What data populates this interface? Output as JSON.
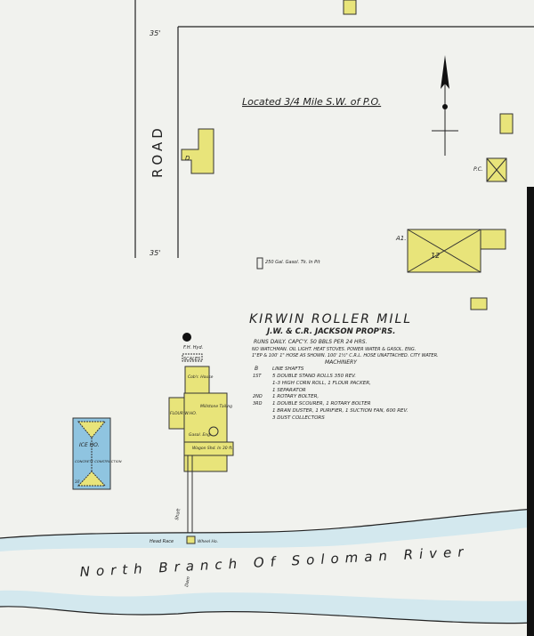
{
  "map": {
    "street_name": "ROAD",
    "width_label_top": "35'",
    "width_label_bottom": "35'",
    "location_note": "Located 3/4 Mile S.W. of P.O.",
    "river_name": "North Branch Of Soloman River",
    "head_race_label": "Head Race",
    "wheel_house_label": "Wheel Ho.",
    "dam_label": "Dam",
    "shaft_label": "Shaft",
    "gasoline_tank_label": "250 Gal. Gasol. Tk. In Pit",
    "dwelling_label": "D",
    "building_labels": {
      "a1": "A1.",
      "twelve": "12",
      "pc": "P.C."
    },
    "ice_house": {
      "name": "ICE HO.",
      "construction": "CONCRETE CONSTRUCTION",
      "height": "16'"
    },
    "mill": {
      "title": "KIRWIN ROLLER MILL",
      "proprietors": "J.W. & C.R. JACKSON PROP'RS.",
      "notes": [
        "RUNS DAILY. CAPC'Y. 50 BBLS PER 24 HRS.",
        "NO WATCHMAN. OIL LIGHT. HEAT STOVES. POWER WATER & GASOL. ENG.",
        "1\"EP & 100' 1\" HOSE AS SHOWN. 100' 1½\" C.R.L. HOSE UNATTACHED. CITY WATER."
      ],
      "machinery_heading": "MACHINERY",
      "machinery": [
        {
          "floor": "B",
          "items": [
            "LINE SHAFTS"
          ]
        },
        {
          "floor": "1ST",
          "items": [
            "5 DOUBLE STAND ROLLS 350 REV.",
            "1-3 HIGH CORN ROLL, 1 FLOUR PACKER,",
            "1 SEPARATOR"
          ]
        },
        {
          "floor": "2ND",
          "items": [
            "1 ROTARY BOLTER,"
          ]
        },
        {
          "floor": "3RD",
          "items": [
            "1 DOUBLE SCOURER, 1 ROTARY BOLTER",
            "1 BRAN DUSTER, 1 PURIFIER, 1 SUCTION FAN, 600 REV.",
            "3 DUST COLLECTORS"
          ]
        }
      ],
      "hydrant_label": "F.H. Hyd.",
      "scales_label": "SCALES",
      "building_parts": {
        "cob_house": "Cob'r. House",
        "millstone": "Millstone Tailing",
        "flour_wh": "FLOUR W.HO.",
        "engine": "Gasol. Eng.",
        "wagon": "Wagon Shd. In 30 ft."
      }
    }
  },
  "colors": {
    "paper": "#f1f2ee",
    "building": "#e8e47a",
    "water": "#d3e8ee",
    "ice_house": "#8fc4e0"
  }
}
